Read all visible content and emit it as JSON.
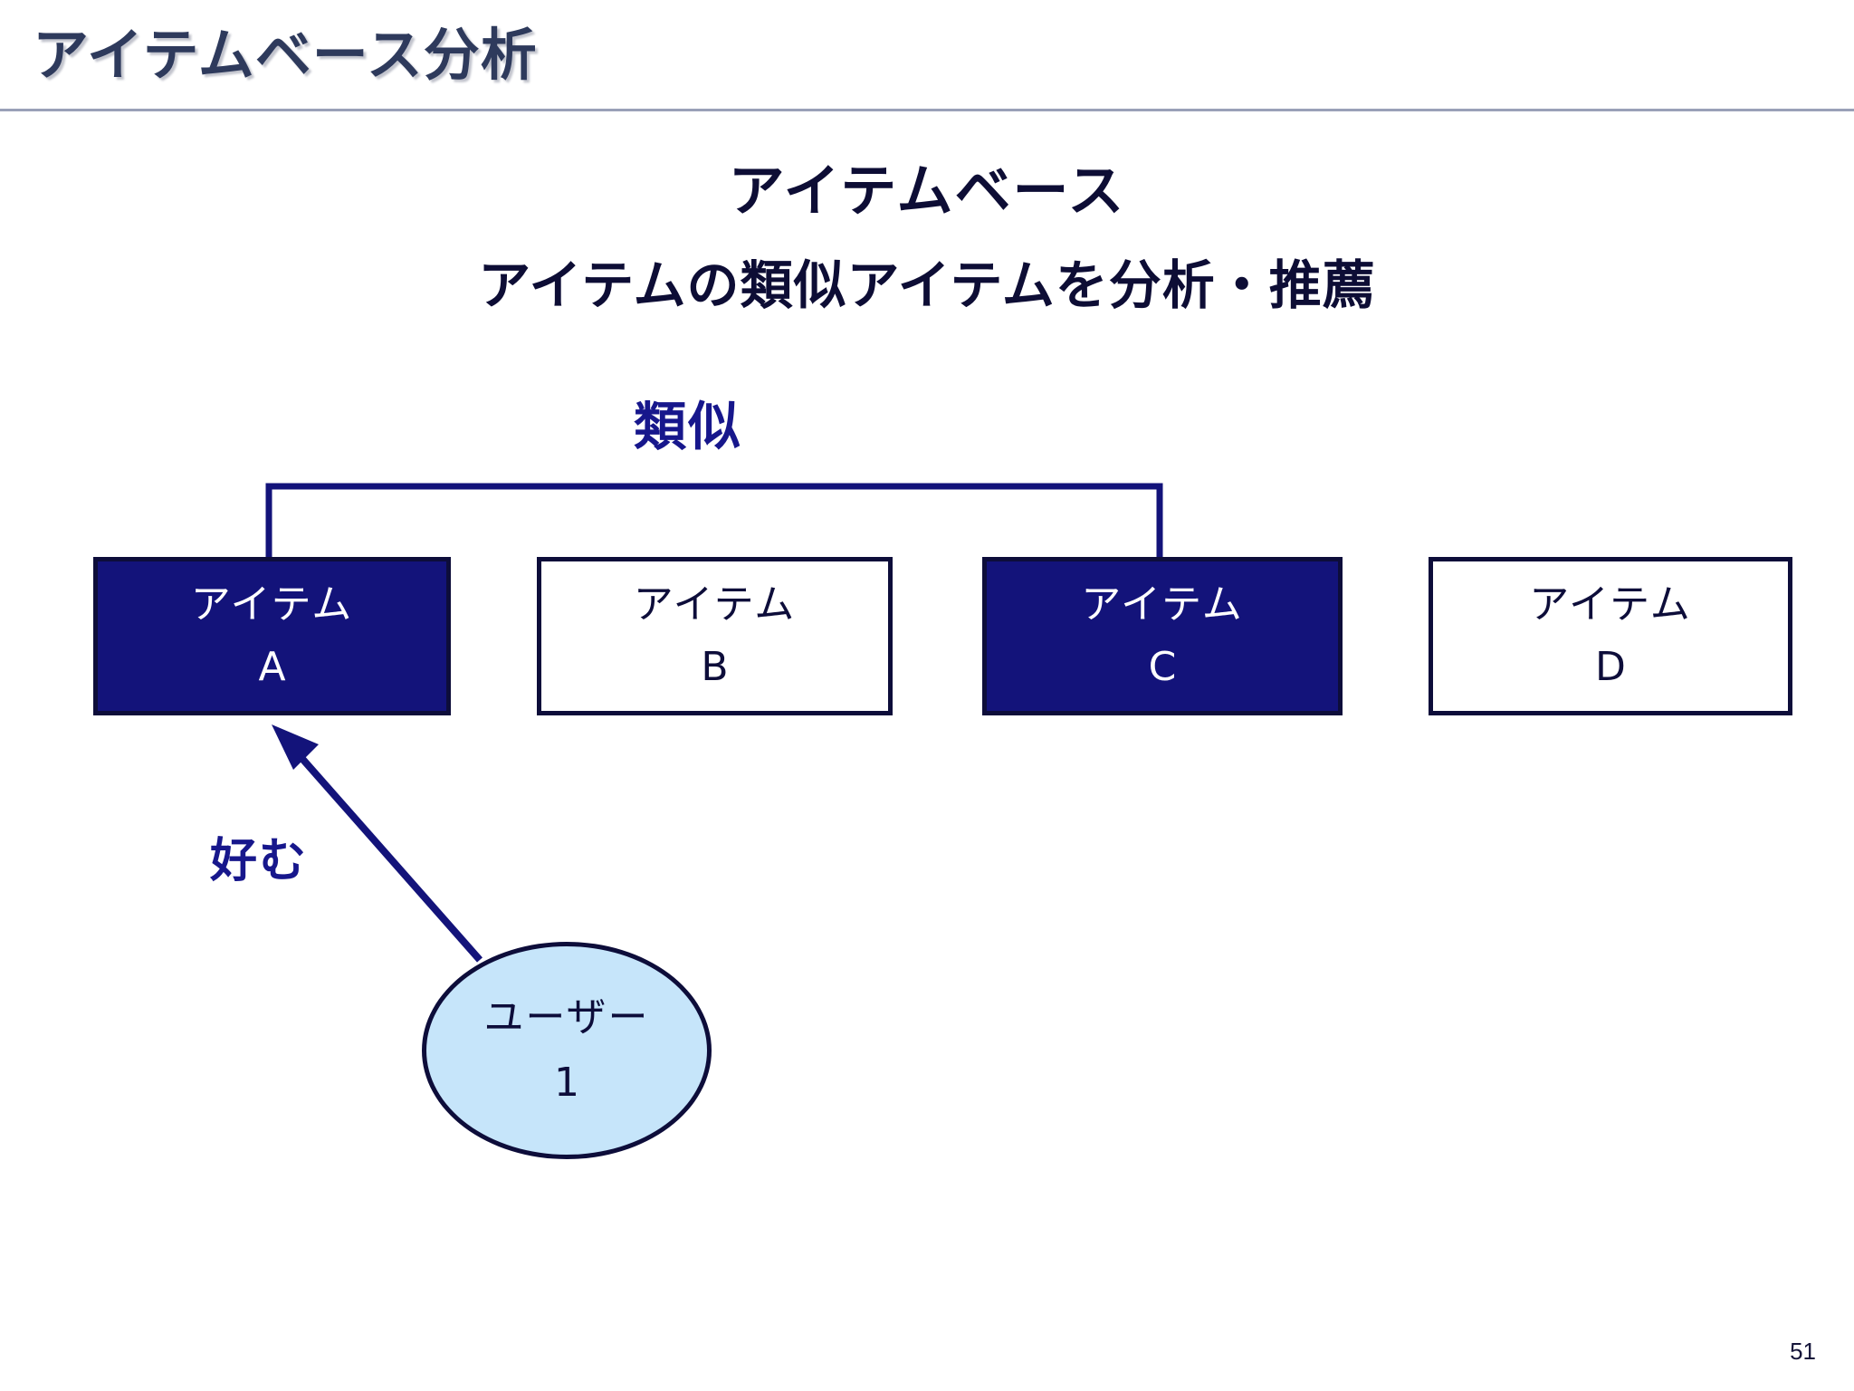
{
  "slide": {
    "header_title": "アイテムベース分析",
    "page_number": "51",
    "colors": {
      "header_text": "#2e3a5c",
      "heading_text": "#0d0d35",
      "accent_navy": "#13137a",
      "border_navy": "#0d0d3a",
      "label_blue": "#17178c",
      "user_fill": "#c6e5fa",
      "background": "#ffffff",
      "divider": "#9aa0b8"
    }
  },
  "headings": {
    "main": "アイテムベース",
    "sub": "アイテムの類似アイテムを分析・推薦"
  },
  "diagram": {
    "similarity_label": "類似",
    "likes_label": "好む",
    "items": [
      {
        "kind": "アイテム",
        "id": "A",
        "style": "filled"
      },
      {
        "kind": "アイテム",
        "id": "B",
        "style": "outline"
      },
      {
        "kind": "アイテム",
        "id": "C",
        "style": "filled"
      },
      {
        "kind": "アイテム",
        "id": "D",
        "style": "outline"
      }
    ],
    "user": {
      "kind": "ユーザー",
      "id": "1"
    },
    "connections": [
      {
        "from": "item-a",
        "to": "item-c",
        "type": "bracket",
        "label": "類似"
      },
      {
        "from": "user-1",
        "to": "item-a",
        "type": "arrow",
        "label": "好む"
      }
    ]
  }
}
